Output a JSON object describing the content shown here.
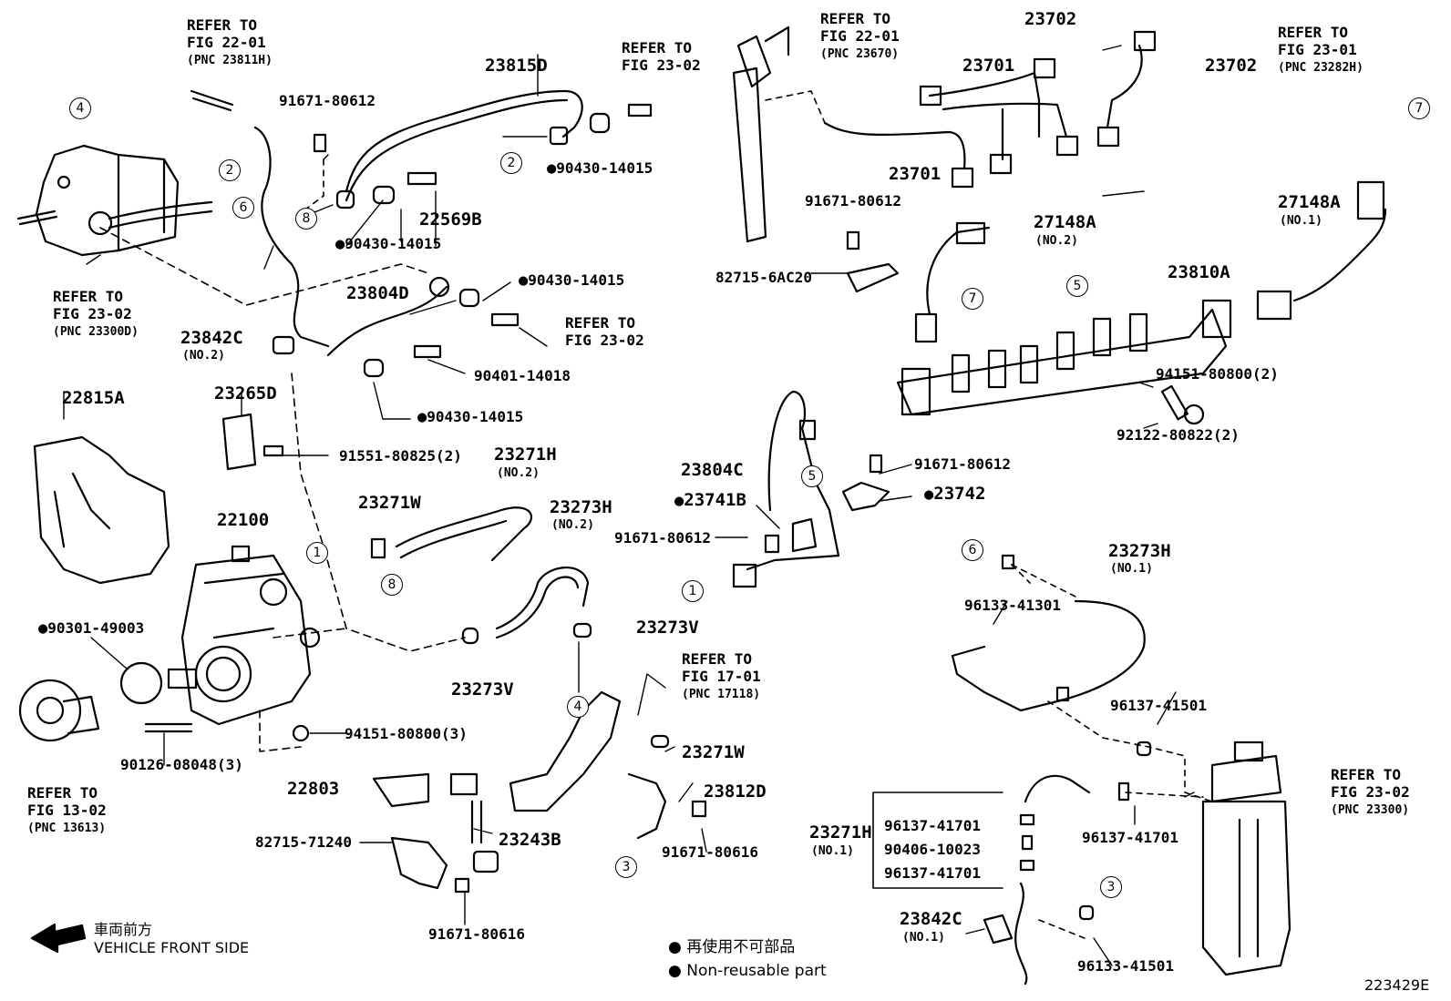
{
  "diagram_id": "223429E",
  "legend": {
    "jp": "再使用不可部品",
    "en": "Non-reusable part"
  },
  "front": {
    "jp": "車両前方",
    "en": "VEHICLE FRONT SIDE"
  },
  "refer": {
    "r1": {
      "a": "REFER TO",
      "b": "FIG 22-01",
      "c": "(PNC 23811H)"
    },
    "r2": {
      "a": "REFER TO",
      "b": "FIG 23-02"
    },
    "r3": {
      "a": "REFER TO",
      "b": "FIG 22-01",
      "c": "(PNC 23670)"
    },
    "r4": {
      "a": "REFER TO",
      "b": "FIG 23-01",
      "c": "(PNC 23282H)"
    },
    "r5": {
      "a": "REFER TO",
      "b": "FIG 23-02",
      "c": "(PNC 23300D)"
    },
    "r6": {
      "a": "REFER TO",
      "b": "FIG 23-02"
    },
    "r7": {
      "a": "REFER TO",
      "b": "FIG 17-01",
      "c": "(PNC 17118)"
    },
    "r8": {
      "a": "REFER TO",
      "b": "FIG 13-02",
      "c": "(PNC 13613)"
    },
    "r9": {
      "a": "REFER TO",
      "b": "FIG 23-02",
      "c": "(PNC 23300)"
    }
  },
  "parts": {
    "p23815D": "23815D",
    "p23702a": "23702",
    "p23702b": "23702",
    "p23701a": "23701",
    "p23701b": "23701",
    "p91671_1": "91671-80612",
    "p91671_2": "91671-80612",
    "p91671_3": "91671-80612",
    "p91671_4": "91671-80612",
    "p91671_5": "91671-80616",
    "p91671_6": "91671-80616",
    "p90430_1": "90430-14015",
    "p90430_2": "90430-14015",
    "p90430_3": "90430-14015",
    "p90430_4": "90430-14015",
    "p22569B": "22569B",
    "p23804D": "23804D",
    "p23842C_2": "23842C",
    "no2_a": "(NO.2)",
    "p90401": "90401-14018",
    "p22815A": "22815A",
    "p23265D": "23265D",
    "p91551": "91551-80825(2)",
    "p23271H_2": "23271H",
    "no2_b": "(NO.2)",
    "p23271W_a": "23271W",
    "p23273H_2": "23273H",
    "no2_c": "(NO.2)",
    "p22100": "22100",
    "p90301": "90301-49003",
    "p23273V_a": "23273V",
    "p23273V_b": "23273V",
    "p94151_a": "94151-80800(3)",
    "p90126": "90126-08048(3)",
    "p22803": "22803",
    "p82715_71240": "82715-71240",
    "p23243B": "23243B",
    "p23271W_b": "23271W",
    "p23812D": "23812D",
    "p82715_6AC20": "82715-6AC20",
    "p27148A_2": "27148A",
    "no2_d": "(NO.2)",
    "p27148A_1": "27148A",
    "no1_a": "(NO.1)",
    "p23810A": "23810A",
    "p94151_b": "94151-80800(2)",
    "p92122": "92122-80822(2)",
    "p23804C": "23804C",
    "p23741B": "23741B",
    "p23742": "23742",
    "p23273H_1": "23273H",
    "no1_b": "(NO.1)",
    "p96133_a": "96133-41301",
    "p96137_41501": "96137-41501",
    "p23271H_1": "23271H",
    "no1_c": "(NO.1)",
    "p96137_41701_a": "96137-41701",
    "p90406": "90406-10023",
    "p96137_41701_b": "96137-41701",
    "p96137_41701_c": "96137-41701",
    "p23842C_1": "23842C",
    "no1_d": "(NO.1)",
    "p96133_b": "96133-41501"
  },
  "callouts": {
    "c1": "1",
    "c2": "2",
    "c3": "3",
    "c4": "4",
    "c5": "5",
    "c6": "6",
    "c7": "7",
    "c8": "8"
  }
}
